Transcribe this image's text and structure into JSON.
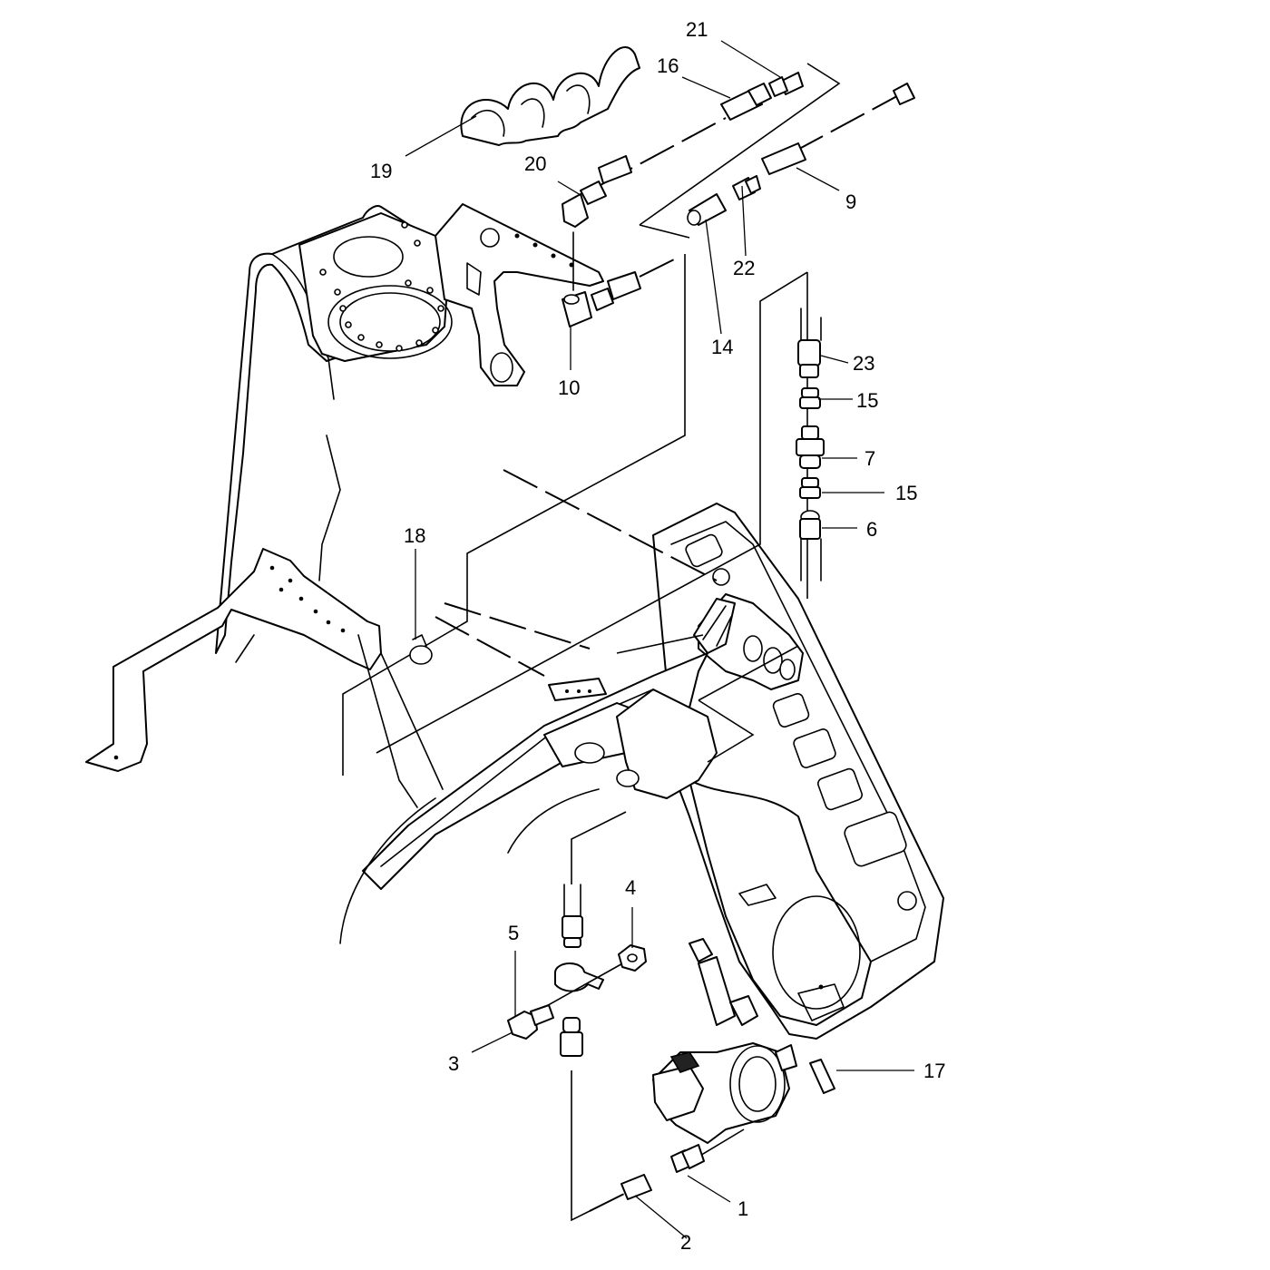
{
  "callouts": [
    {
      "key": "c21",
      "text": "21"
    },
    {
      "key": "c16",
      "text": "16"
    },
    {
      "key": "c19",
      "text": "19"
    },
    {
      "key": "c20",
      "text": "20"
    },
    {
      "key": "c9",
      "text": "9"
    },
    {
      "key": "c22",
      "text": "22"
    },
    {
      "key": "c14",
      "text": "14"
    },
    {
      "key": "c10",
      "text": "10"
    },
    {
      "key": "c23",
      "text": "23"
    },
    {
      "key": "c15a",
      "text": "15"
    },
    {
      "key": "c7",
      "text": "7"
    },
    {
      "key": "c15b",
      "text": "15"
    },
    {
      "key": "c6",
      "text": "6"
    },
    {
      "key": "c18",
      "text": "18"
    },
    {
      "key": "c4",
      "text": "4"
    },
    {
      "key": "c5",
      "text": "5"
    },
    {
      "key": "c3",
      "text": "3"
    },
    {
      "key": "c17",
      "text": "17"
    },
    {
      "key": "c1",
      "text": "1"
    },
    {
      "key": "c2",
      "text": "2"
    }
  ]
}
